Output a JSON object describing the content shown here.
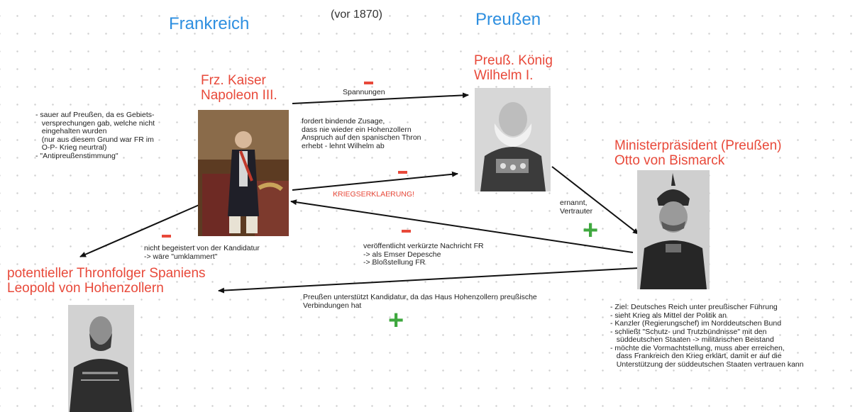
{
  "headings": {
    "france": "Frankreich",
    "period": "(vor 1870)",
    "prussia": "Preußen"
  },
  "persons": {
    "napoleon": {
      "line1": "Frz. Kaiser",
      "line2": "Napoleon III."
    },
    "wilhelm": {
      "line1": "Preuß. König",
      "line2": "Wilhelm I."
    },
    "bismarck": {
      "line1": "Ministerpräsident (Preußen)",
      "line2": "Otto von Bismarck"
    },
    "leopold": {
      "line1": "potentieller Thronfolger Spaniens",
      "line2": "Leopold von Hohenzollern"
    }
  },
  "notes": {
    "france_mood": "- sauer auf Preußen, da es Gebiets-\n   versprechungen gab, welche nicht\n   eingehalten wurden\n   (nur aus diesem Grund war FR im\n   O-P- Krieg neurtral)\n- \"Antipreußenstimmung\"",
    "tension": "Spannungen",
    "demand": "fordert bindende Zusage,\ndass nie wieder ein Hohenzollern\nAnspruch auf den spanischen Thron\nerhebt - lehnt Wilhelm ab",
    "war_declaration": "KRIEGSERKLAERUNG!",
    "appointed": "ernannt,\nVertrauter",
    "candidacy_against": "nicht begeistert von der Kandidatur\n-> wäre \"umklammert\"",
    "ems": "veröffentlicht verkürzte Nachricht FR\n-> als Emser Depesche\n-> Bloßstellung FR",
    "support": "Preußen unterstützt Kandidatur, da das Haus Hohenzollern preußische\nVerbindungen hat",
    "bismarck_goals": "- Ziel: Deutsches Reich unter preußischer Führung\n- sieht Krieg als Mittel der Politik an\n- Kanzler (Regierungschef) im Norddeutschen Bund\n- schließt \"Schutz- und Trutzbündnisse\" mit den\n   süddeutschen Staaten -> militärischen Beistand\n- möchte die Vormachtstellung, muss aber erreichen,\n   dass Frankreich den Krieg erklärt, damit er auf die\n   Unterstützung der süddeutschen Staaten vertrauen kann"
  },
  "signs": {
    "plus": "+"
  },
  "colors": {
    "heading_blue": "#2e8fe0",
    "person_red": "#e8493a",
    "plus_green": "#3fa83f",
    "minus_red": "#e8493a"
  }
}
